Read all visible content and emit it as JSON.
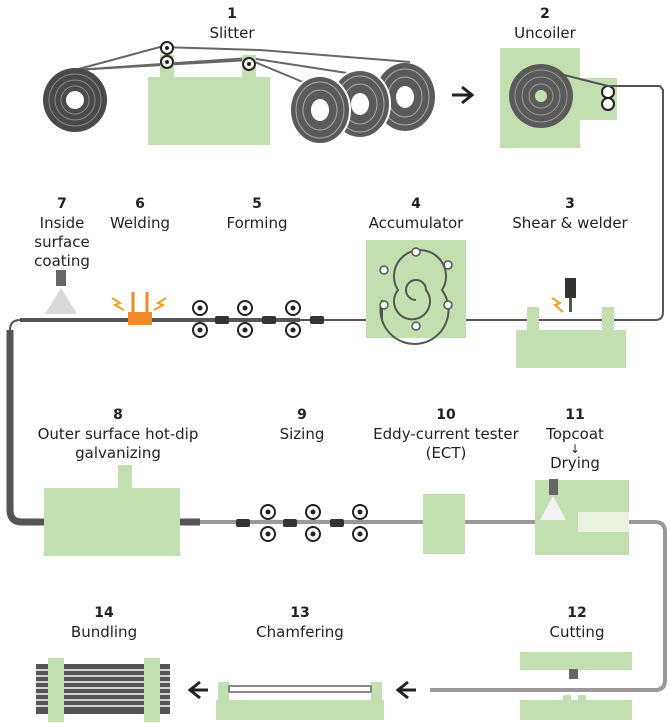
{
  "colors": {
    "machine": "#c3dfb0",
    "tube": "#555555",
    "coil": "#5a5a5a",
    "spark": "#f0a020",
    "heater": "#f08a2a"
  },
  "steps": [
    {
      "num": "1",
      "label": "Slitter"
    },
    {
      "num": "2",
      "label": "Uncoiler"
    },
    {
      "num": "3",
      "label": "Shear & welder"
    },
    {
      "num": "4",
      "label": "Accumulator"
    },
    {
      "num": "5",
      "label": "Forming"
    },
    {
      "num": "6",
      "label": "Welding"
    },
    {
      "num": "7",
      "label_lines": [
        "Inside",
        "surface",
        "coating"
      ]
    },
    {
      "num": "8",
      "label_lines": [
        "Outer surface hot-dip",
        "galvanizing"
      ]
    },
    {
      "num": "9",
      "label": "Sizing"
    },
    {
      "num": "10",
      "label_lines": [
        "Eddy-current tester",
        "(ECT)"
      ]
    },
    {
      "num": "11",
      "label_top": "Topcoat",
      "label_arrow": "↓",
      "label_bottom": "Drying"
    },
    {
      "num": "12",
      "label": "Cutting"
    },
    {
      "num": "13",
      "label": "Chamfering"
    },
    {
      "num": "14",
      "label": "Bundling"
    }
  ],
  "icons": [
    "flow-arrow-icon",
    "coil-icon",
    "roller-icon",
    "spray-nozzle-icon",
    "spark-icon"
  ]
}
